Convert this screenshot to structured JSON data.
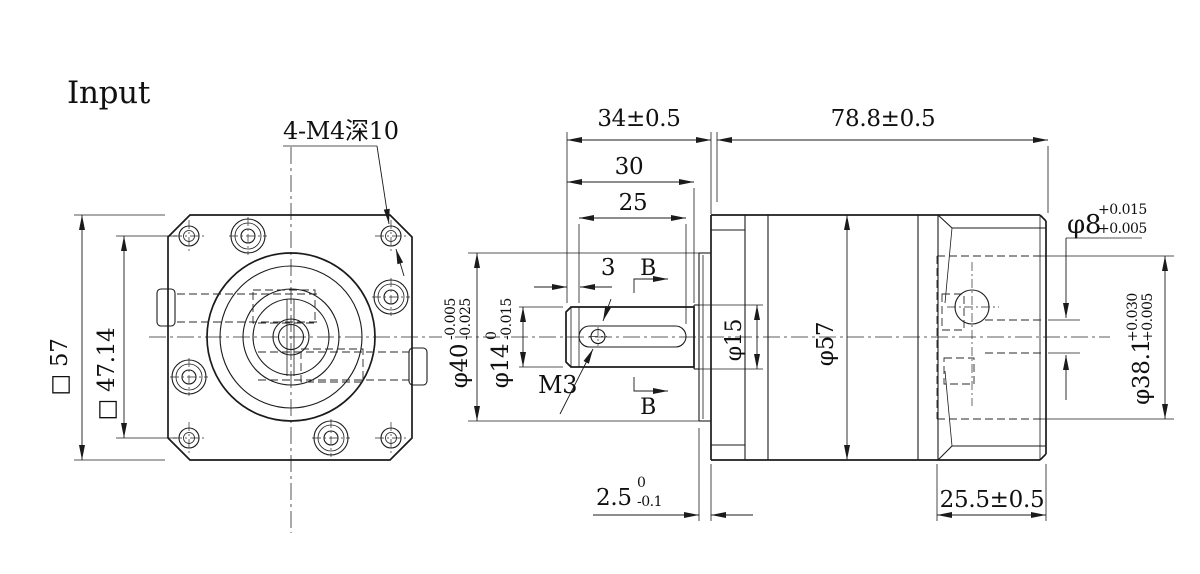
{
  "title": "Input",
  "front": {
    "callout": "4-M4深10",
    "dim_outer": "□ 57",
    "dim_bolt_pattern": "□ 47.14"
  },
  "side": {
    "dim_shaft_total": "34±0.5",
    "dim_body": "78.8±0.5",
    "dim_shaft": "30",
    "dim_keyway": "25",
    "dim_key_offset": "3",
    "m3": "M3",
    "sec_b_top": "B",
    "sec_b_bottom": "B",
    "dia40": {
      "main": "φ40",
      "tu": "-0.005",
      "tl": "-0.025"
    },
    "dia14": {
      "main": "φ14",
      "tu": "0",
      "tl": "-0.015"
    },
    "dia15": "φ15",
    "dia57": "φ57",
    "dia8": {
      "main": "φ8",
      "tu": "+0.015",
      "tl": "+0.005"
    },
    "dia381": {
      "main": "φ38.1",
      "tu": "+0.030",
      "tl": "+0.005"
    },
    "dim_boss": {
      "main": "2.5",
      "tu": "0",
      "tl": "-0.1"
    },
    "dim_recess_depth": "25.5±0.5"
  }
}
